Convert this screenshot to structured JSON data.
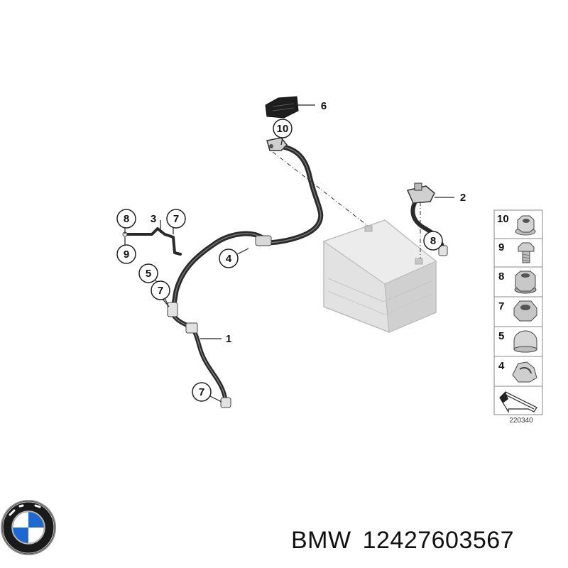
{
  "callouts": {
    "c1": "1",
    "c2": "2",
    "c3": "3",
    "c4": "4",
    "c5": "5",
    "c6": "6",
    "c7a": "7",
    "c7b": "7",
    "c7c": "7",
    "c8a": "8",
    "c8b": "8",
    "c9": "9",
    "c10": "10"
  },
  "legend": [
    {
      "number": "10",
      "icon": "flange-nut-icon"
    },
    {
      "number": "9",
      "icon": "bolt-icon"
    },
    {
      "number": "8",
      "icon": "collar-nut-icon"
    },
    {
      "number": "7",
      "icon": "hex-nut-icon"
    },
    {
      "number": "5",
      "icon": "cap-icon"
    },
    {
      "number": "4",
      "icon": "cable-clip-icon"
    },
    {
      "number": "",
      "icon": "direction-arrow-icon"
    }
  ],
  "figure_number": "220340",
  "caption": {
    "brand": "BMW",
    "part_number": "12427603567"
  },
  "colors": {
    "cable": "#2a2a2a",
    "battery": "#d9d9d9",
    "logo_blue": "#1c69d4"
  }
}
